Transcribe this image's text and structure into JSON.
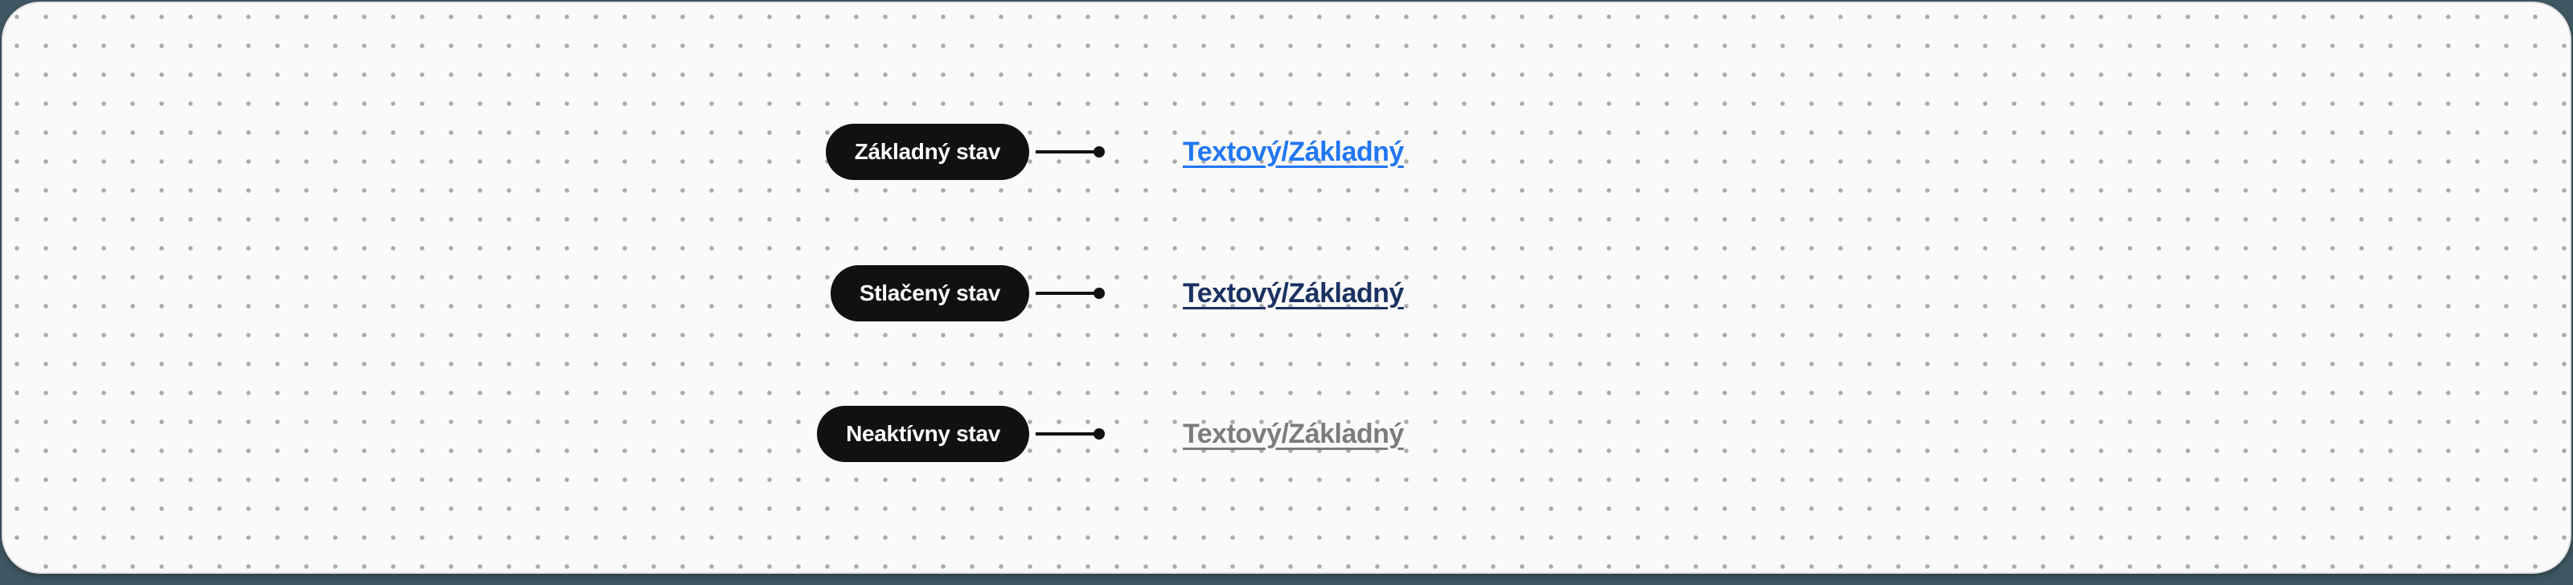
{
  "canvas": {
    "outer_background_color": "#3e5762",
    "panel_background_color": "#fafafa",
    "panel_border_color": "#e3e3e3",
    "dot_grid_color": "#ababab",
    "pill_background_color": "#111111",
    "pill_text_color": "#ffffff"
  },
  "rows": [
    {
      "state": "default",
      "state_label": "Základný stav",
      "link_text": "Textový/Základný",
      "link_color": "#2176f2"
    },
    {
      "state": "pressed",
      "state_label": "Stlačený stav",
      "link_text": "Textový/Základný",
      "link_color": "#1b3161"
    },
    {
      "state": "inactive",
      "state_label": "Neaktívny stav",
      "link_text": "Textový/Základný",
      "link_color": "#7c7c7c"
    }
  ]
}
